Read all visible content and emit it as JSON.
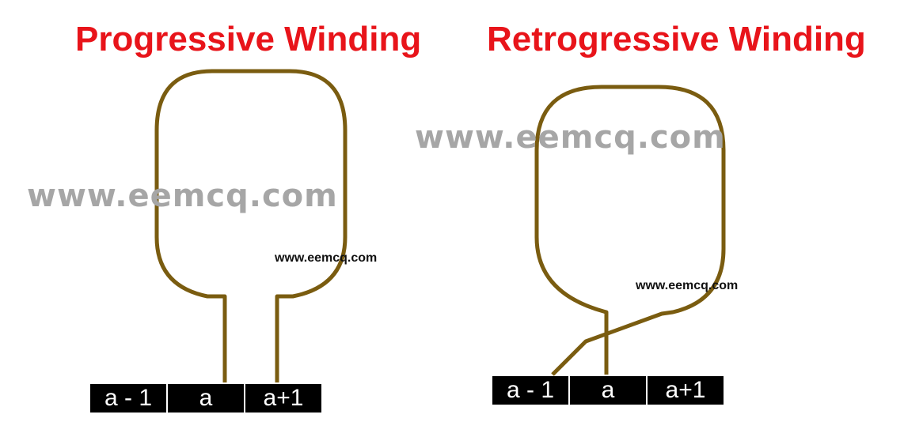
{
  "colors": {
    "title": "#e8141a",
    "coil": "#7a5c10",
    "watermark_large": "#a6a6a6",
    "watermark_small": "#111111",
    "segment_bg": "#000000",
    "segment_text": "#ffffff"
  },
  "left": {
    "title": "Progressive Winding",
    "segments": [
      "a - 1",
      "a",
      "a+1"
    ]
  },
  "right": {
    "title": "Retrogressive Winding",
    "segments": [
      "a - 1",
      "a",
      "a+1"
    ]
  },
  "watermarks": {
    "large_left": "www.eemcq.com",
    "large_right": "www.eemcq.com",
    "small_left": "www.eemcq.com",
    "small_right": "www.eemcq.com"
  }
}
